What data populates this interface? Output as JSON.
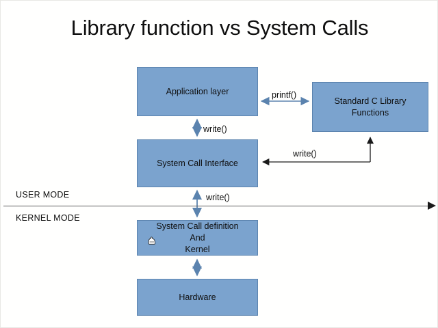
{
  "slide": {
    "title": "Library function vs System Calls",
    "background_color": "#fffffe",
    "box_fill_color": "#7ba3ce",
    "box_border_color": "#5b83ae",
    "text_color": "#0e0e0e",
    "blue_arrow_color": "#5b83ae",
    "black_arrow_color": "#1a1a1a"
  },
  "boxes": {
    "application": {
      "label": "Application layer"
    },
    "syscall_interface": {
      "label": "System Call Interface"
    },
    "standard_c_library": {
      "line1": "Standard C Library",
      "line2": "Functions"
    },
    "syscall_definition": {
      "line1": "System Call definition",
      "line2": "And",
      "line3": "Kernel"
    },
    "hardware": {
      "label": "Hardware"
    }
  },
  "mode_labels": {
    "user": "USER MODE",
    "kernel": "KERNEL MODE"
  },
  "edge_labels": {
    "printf": "printf()",
    "write_app_to_syscall": "write()",
    "write_lib_to_syscall": "write()",
    "write_syscall_to_kernel": "write()"
  },
  "icons": {
    "cursor": "hand-cursor-icon"
  }
}
